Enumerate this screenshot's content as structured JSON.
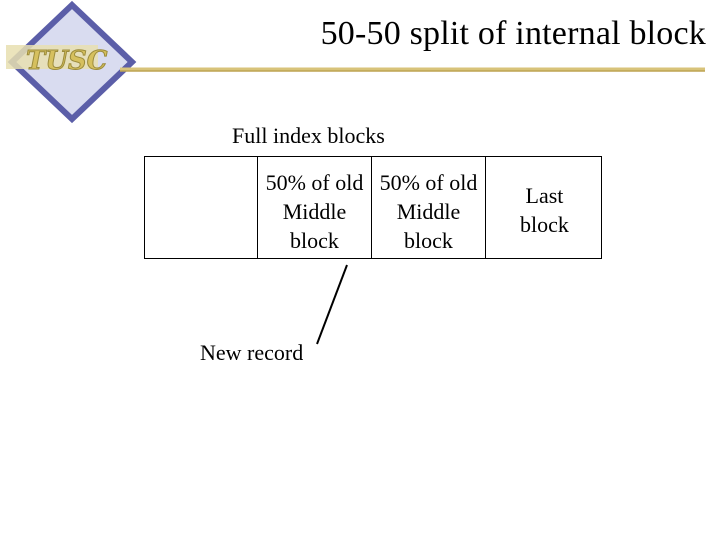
{
  "logo": {
    "text": "TUSC"
  },
  "slide": {
    "title": "50-50 split of internal block"
  },
  "diagram": {
    "caption": "Full index blocks",
    "middle_left": {
      "line1": "50% of old",
      "line2": "Middle",
      "line3": "block"
    },
    "middle_right": {
      "line1": "50% of old",
      "line2": "Middle",
      "line3": "block"
    },
    "last": {
      "line1": "Last",
      "line2": "block"
    },
    "new_record": "New record"
  }
}
